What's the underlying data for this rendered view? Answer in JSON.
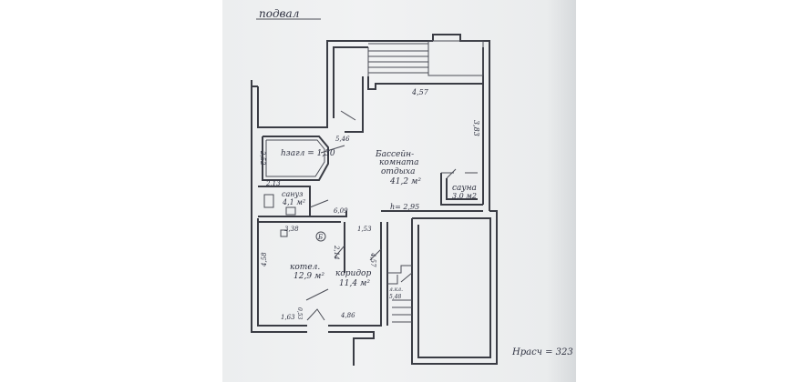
{
  "title": "подвал",
  "rooms": {
    "pool": {
      "line1": "Бассейн-",
      "line2": "комната",
      "line3": "отдыха",
      "area": "41,2 м²"
    },
    "sauna": {
      "name": "сауна",
      "area": "3,0 м2"
    },
    "bathroom": {
      "name": "сануз",
      "area": "4,1 м²"
    },
    "boiler": {
      "name": "котел.",
      "area": "12,9 м²"
    },
    "corridor": {
      "name": "коридор",
      "area": "11,4 м²"
    },
    "stairs": {
      "name": "л.кл.",
      "area": "5,48"
    },
    "cellar": {
      "name": "hзагл = 1,30"
    }
  },
  "dimensions": {
    "d457_top": "4,57",
    "d383": "3,83",
    "d546": "5,46",
    "d252": "2,52",
    "d213": "2,13",
    "d609": "6,09",
    "h295": "h= 2,95",
    "d338": "3,38",
    "d153": "1,53",
    "d214": "2,14",
    "d457_side": "4,57",
    "d458": "4,58",
    "d163": "1,63",
    "d053": "0,53",
    "d486": "4,86"
  },
  "symbols": {
    "boiler_mark": "Б"
  },
  "footer": {
    "height_note": "Hрасч = 323"
  }
}
